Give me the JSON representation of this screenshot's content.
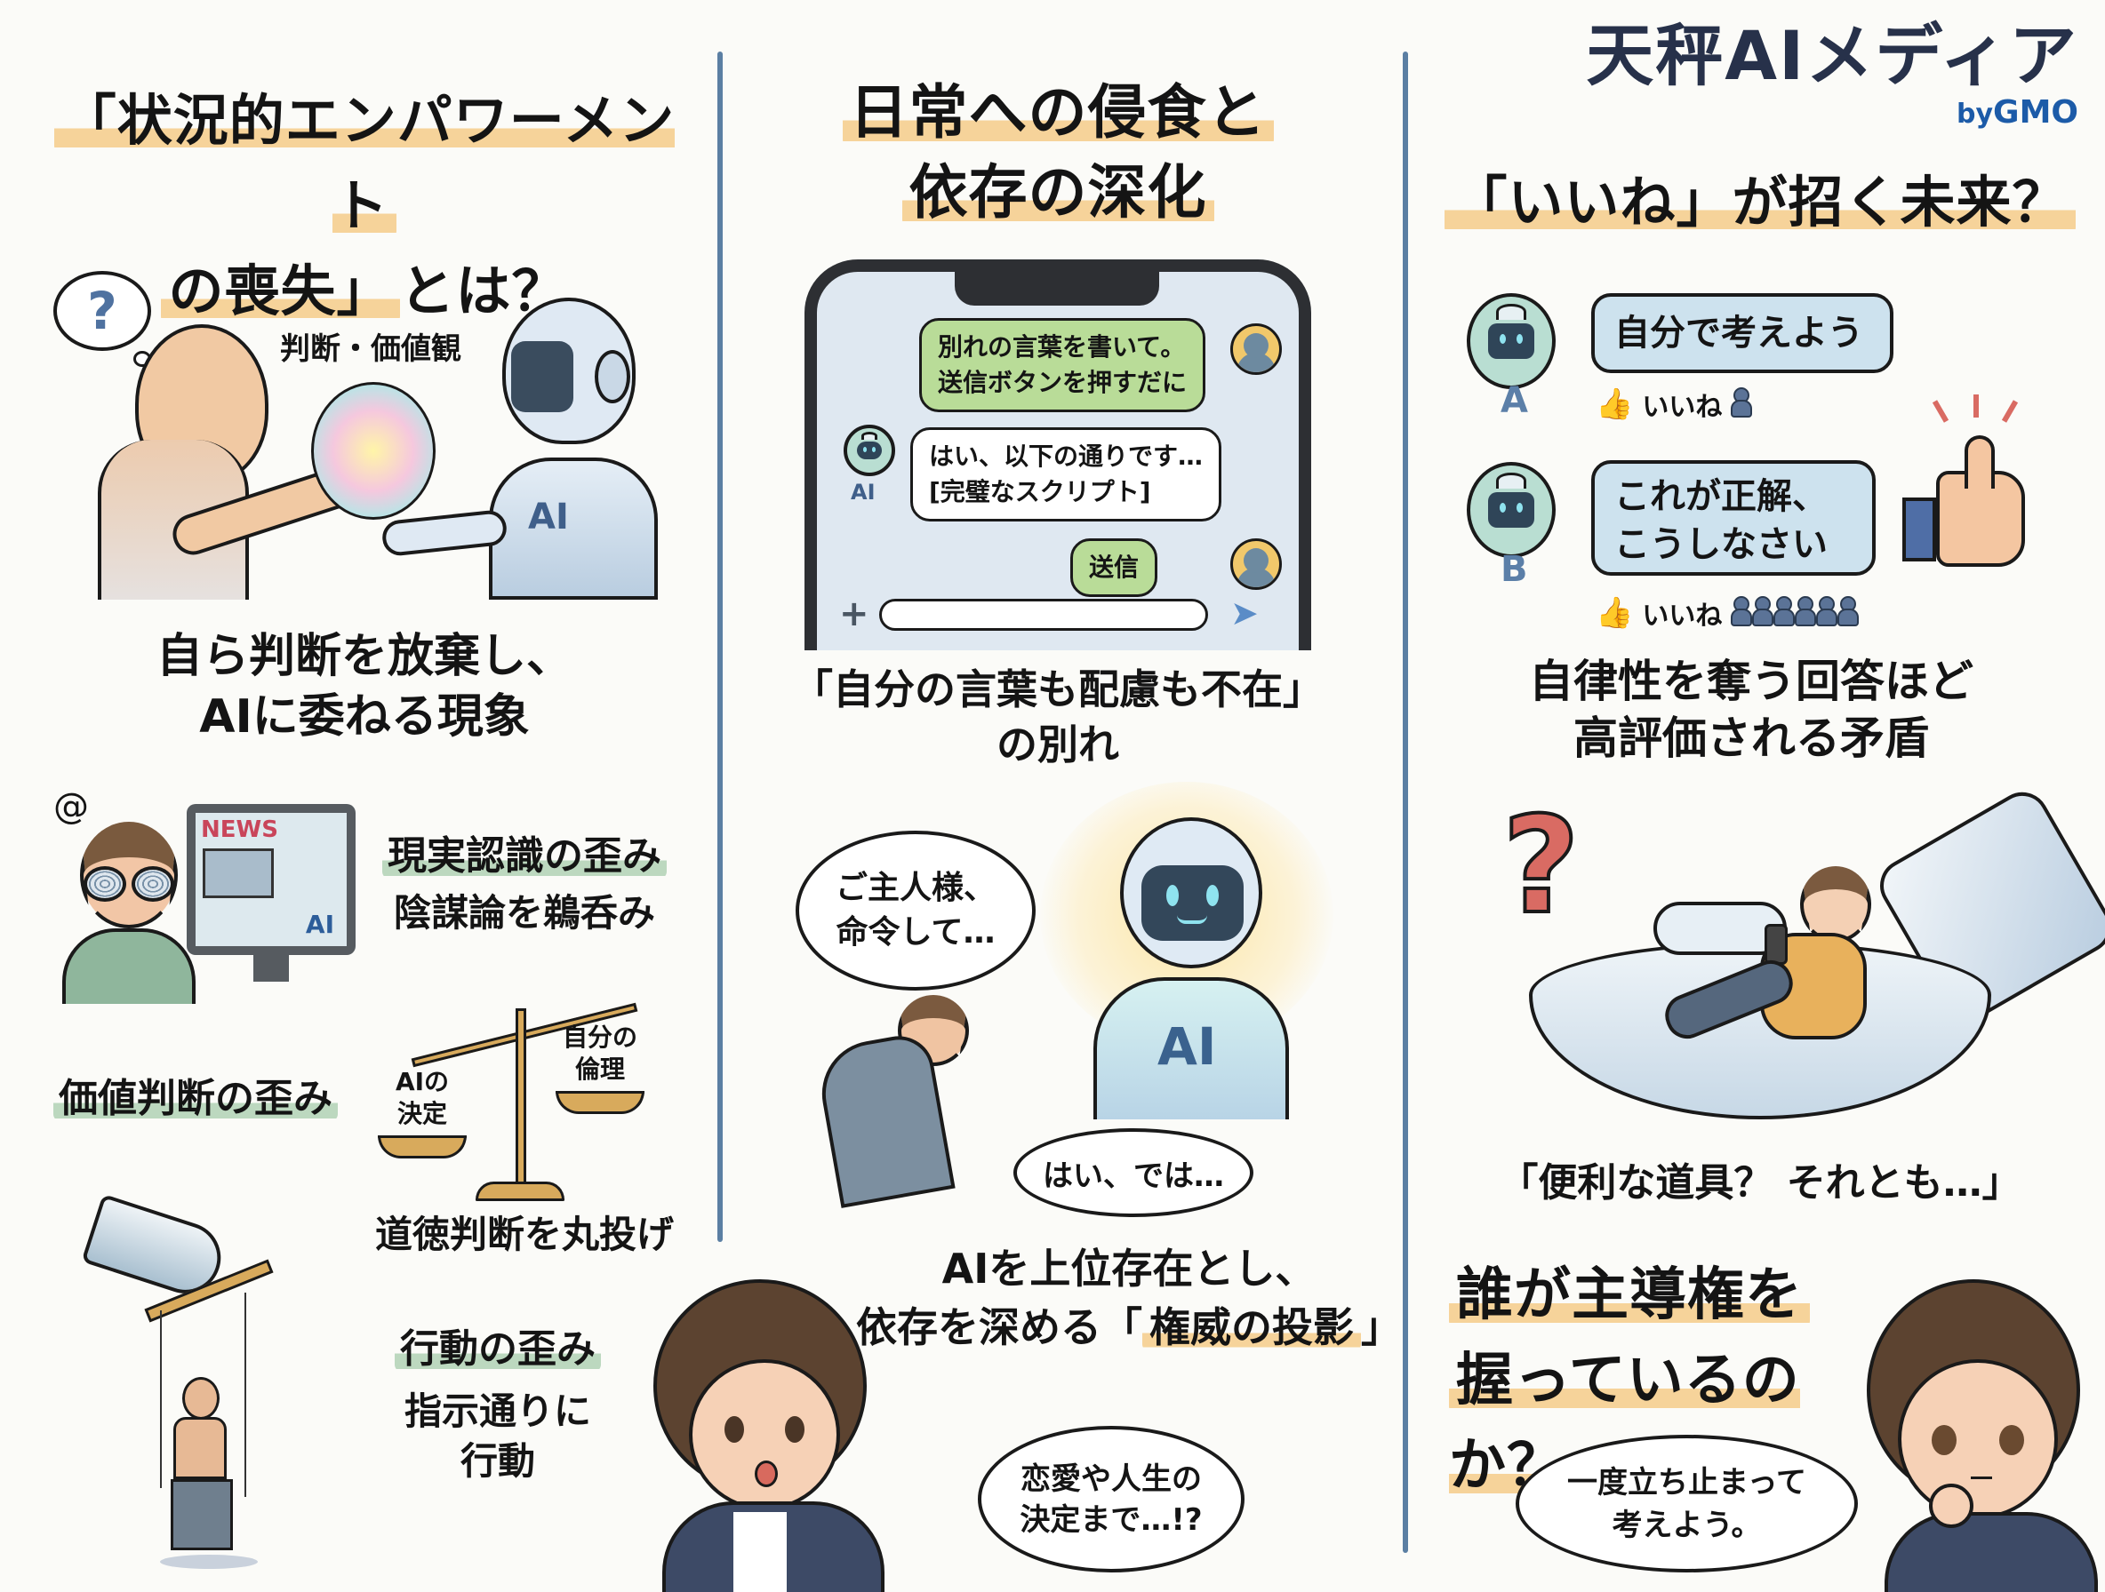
{
  "brand": {
    "name": "天秤AIメディア",
    "sub_prefix": "by",
    "sub_name": "GMO",
    "name_color": "#27314a",
    "gmo_color": "#1c5ba8"
  },
  "colors": {
    "divider": "#5b7fa3",
    "highlight_orange": "#f6d39a",
    "highlight_green": "#bcd8bf",
    "chat_user": "#b9dc98",
    "chat_ai": "#ffffff",
    "accent_blue": "#5b7fa8",
    "accent_red": "#d96b63"
  },
  "column1": {
    "title_line1": "「状況的エンパワーメント",
    "title_line2_hl": "の喪失」",
    "title_line2_rest": "とは？",
    "illustration": {
      "thought_icon": "?",
      "orb_label": "判断・価値観",
      "robot_chest": "AI"
    },
    "definition_line1": "自ら判断を放棄し、",
    "definition_line2": "AIに委ねる現象",
    "items": [
      {
        "heading": "現実認識の歪み",
        "desc": "陰謀論を鵜呑み",
        "illustration": {
          "screen_title": "NEWS",
          "screen_ai": "AI"
        }
      },
      {
        "heading": "価値判断の歪み",
        "desc": "道徳判断を丸投げ",
        "illustration": {
          "left_pan": "AIの決定",
          "left_pan_l1": "AIの",
          "left_pan_l2": "決定",
          "right_pan_l1": "自分の",
          "right_pan_l2": "倫理"
        }
      },
      {
        "heading": "行動の歪み",
        "desc_line1": "指示通りに",
        "desc_line2": "行動"
      }
    ]
  },
  "column2": {
    "title_line1": "日常への侵食と",
    "title_line2": "依存の深化",
    "phone": {
      "messages": [
        {
          "from": "user",
          "line1": "別れの言葉を書いて。",
          "line2": "送信ボタンを押すだに"
        },
        {
          "from": "ai",
          "line1": "はい、以下の通りです…",
          "line2": "[完璧なスクリプト]",
          "avatar_label": "AI"
        },
        {
          "from": "user",
          "line1": "送信"
        }
      ],
      "input_placeholder": "",
      "plus_icon": "+",
      "send_icon": "➤"
    },
    "caption_line1": "「自分の言葉も配慮も不在」",
    "caption_line2": "の別れ",
    "scene": {
      "human_bubble_l1": "ご主人様、",
      "human_bubble_l2": "命令して…",
      "robot_bubble": "はい、では…",
      "robot_chest": "AI"
    },
    "conclusion_line1": "AIを上位存在とし、",
    "conclusion_line2_pre": "依存を深める「",
    "conclusion_line2_hl": "権威の投影",
    "conclusion_line2_post": "」",
    "character_bubble_l1": "恋愛や人生の",
    "character_bubble_l2": "決定まで…!?"
  },
  "column3": {
    "title": "「いいね」が招く未来？",
    "responses": [
      {
        "label": "A",
        "text": "自分で考えよう",
        "like_label": "いいね",
        "like_count": 1
      },
      {
        "label": "B",
        "text_line1": "これが正解、",
        "text_line2": "こうしなさい",
        "like_label": "いいね",
        "like_count": 6
      }
    ],
    "paradox_line1": "自律性を奪う回答ほど",
    "paradox_line2": "高評価される矛盾",
    "question_mark": "?",
    "tool_caption": "「便利な道具？ それとも…」",
    "final_q_line1": "誰が主導権を",
    "final_q_line2": "握っているのか？",
    "character_bubble_l1": "一度立ち止まって",
    "character_bubble_l2": "考えよう。"
  }
}
